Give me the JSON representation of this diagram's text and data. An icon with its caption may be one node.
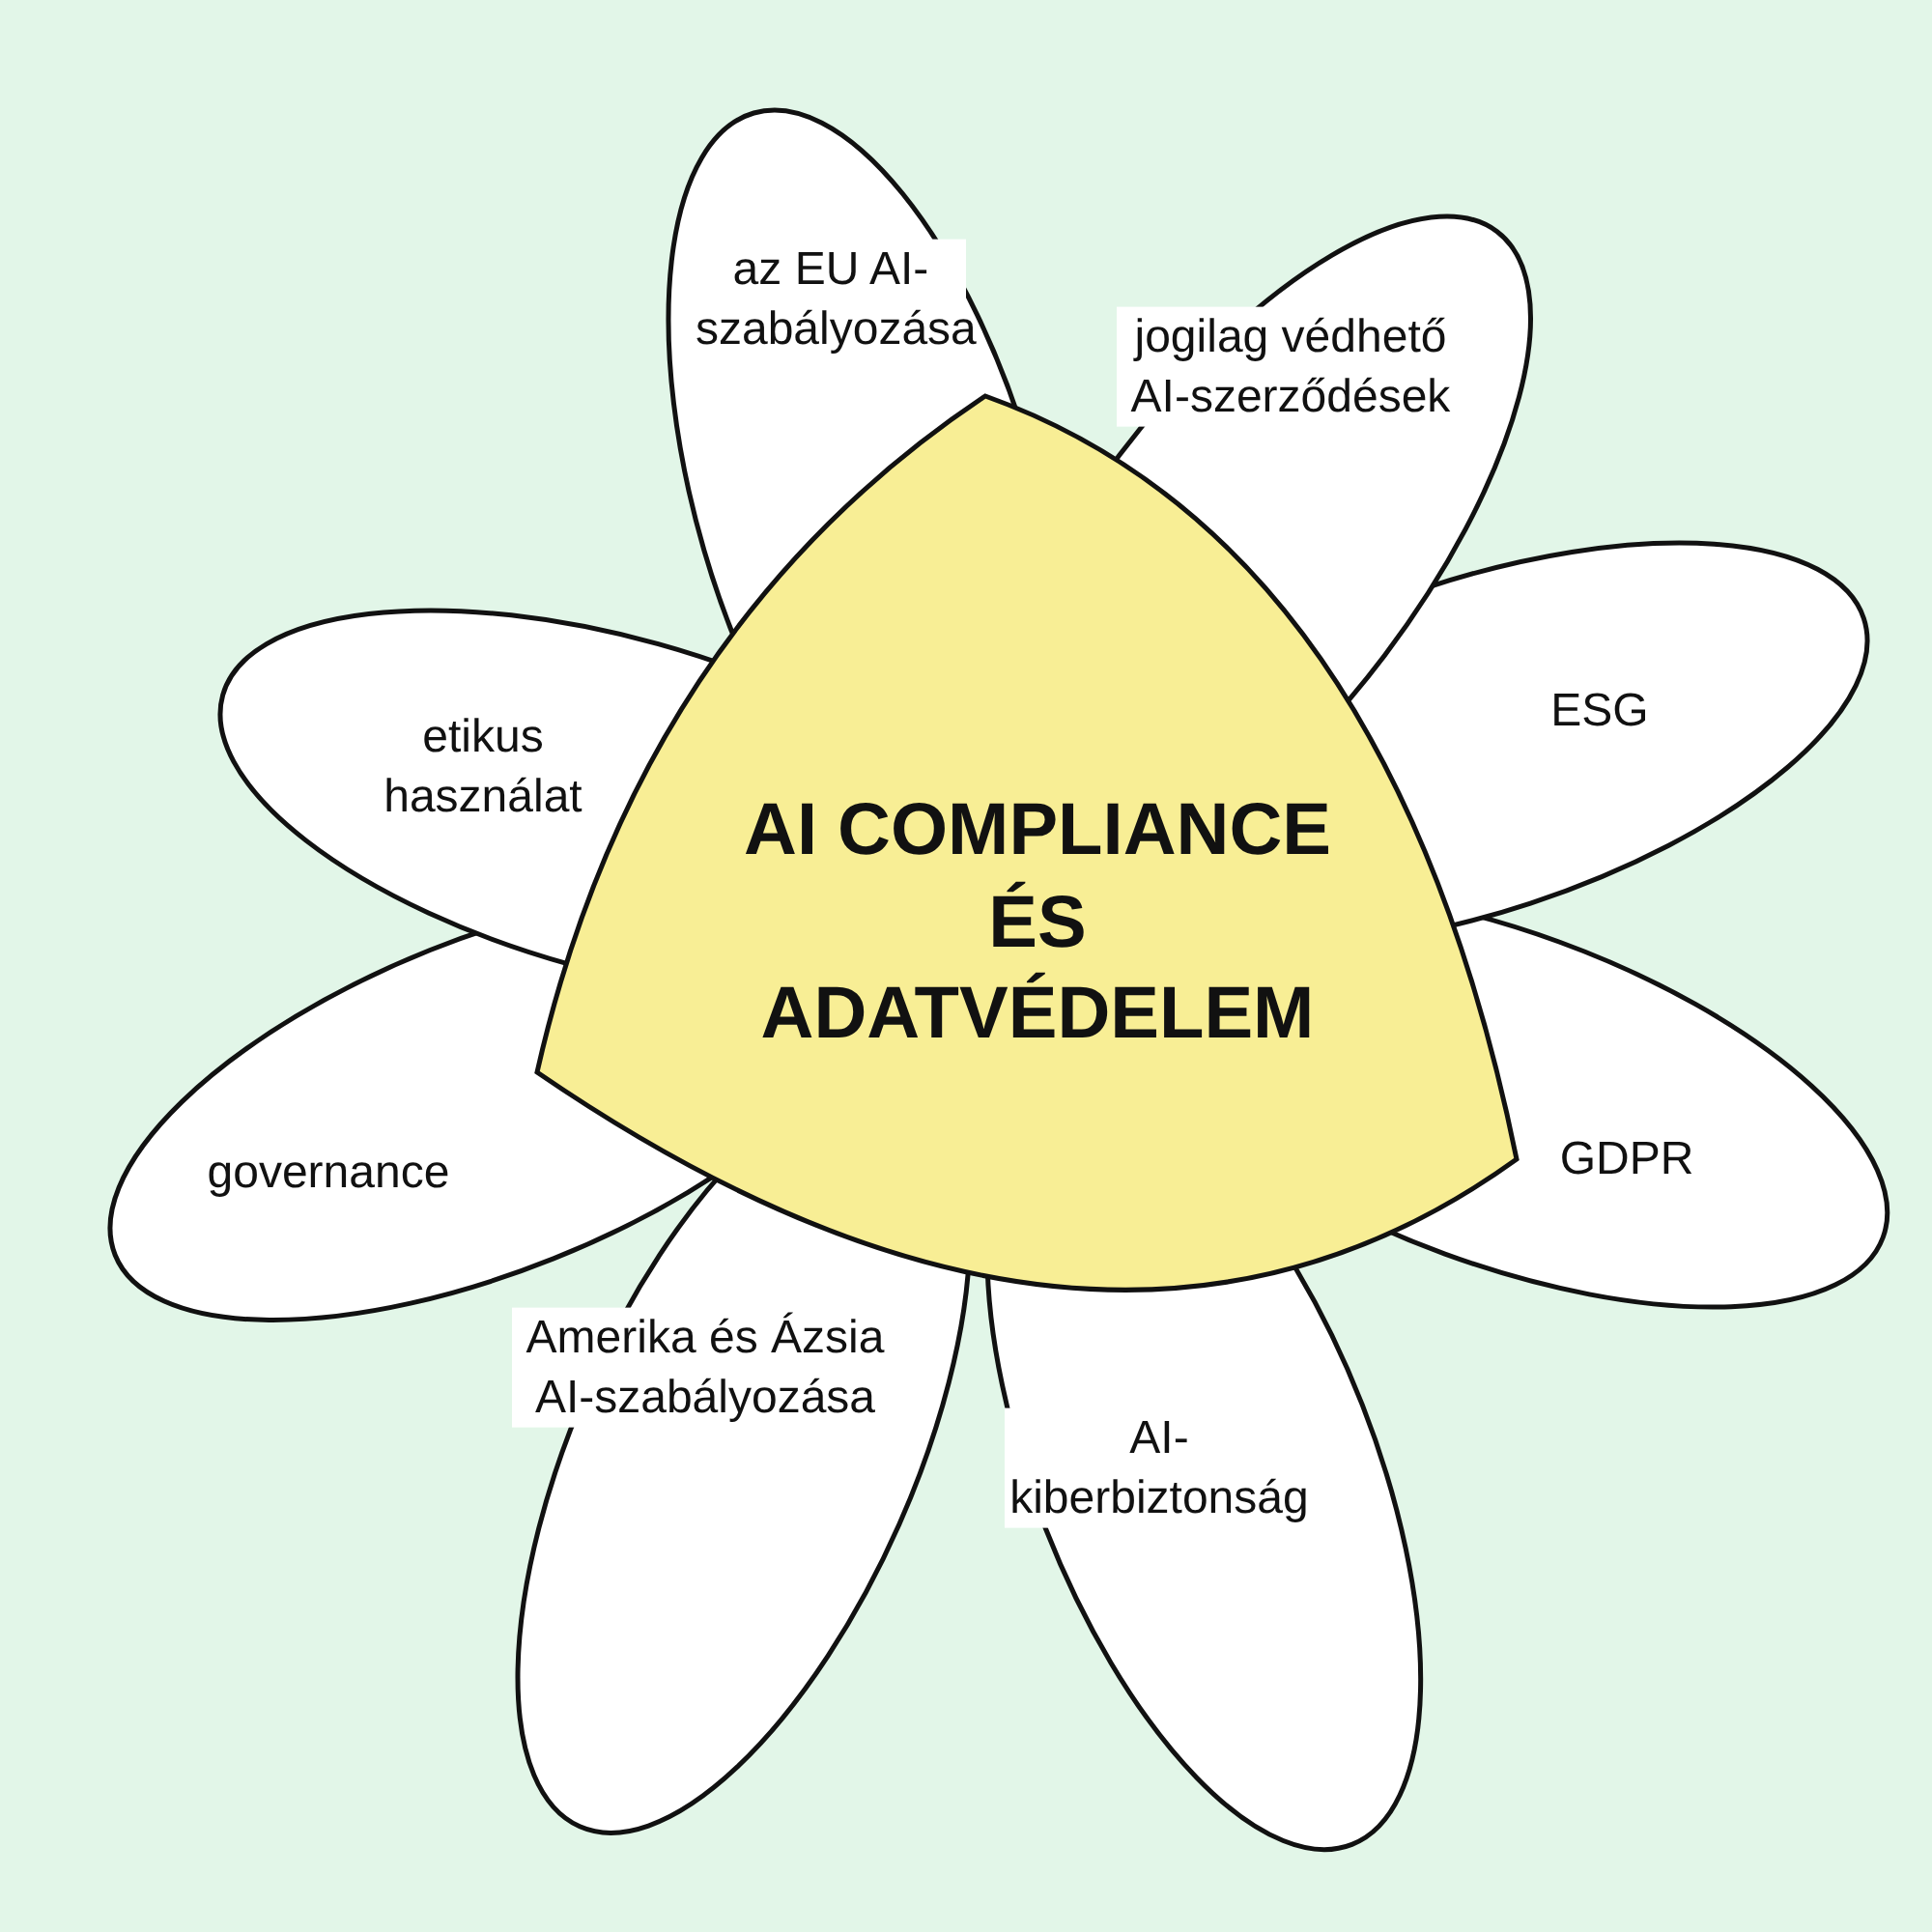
{
  "diagram": {
    "nodes": [
      {
        "text": [
          "AI COMPLIANCE ÉS ADATVÉDELEM"
        ]
      },
      {
        "text": [
          "az EU AI-szabályozása"
        ]
      },
      {
        "text": [
          "jogilag védhető AI-szerződések"
        ]
      },
      {
        "text": [
          "ESG"
        ]
      },
      {
        "text": [
          "etikus használat"
        ]
      },
      {
        "text": [
          "governance"
        ]
      },
      {
        "text": [
          "GDPR"
        ]
      },
      {
        "text": [
          "Amerika és Ázsia AI-szabályozása"
        ]
      },
      {
        "text": [
          "AI-kiberbiztonság"
        ]
      }
    ]
  }
}
